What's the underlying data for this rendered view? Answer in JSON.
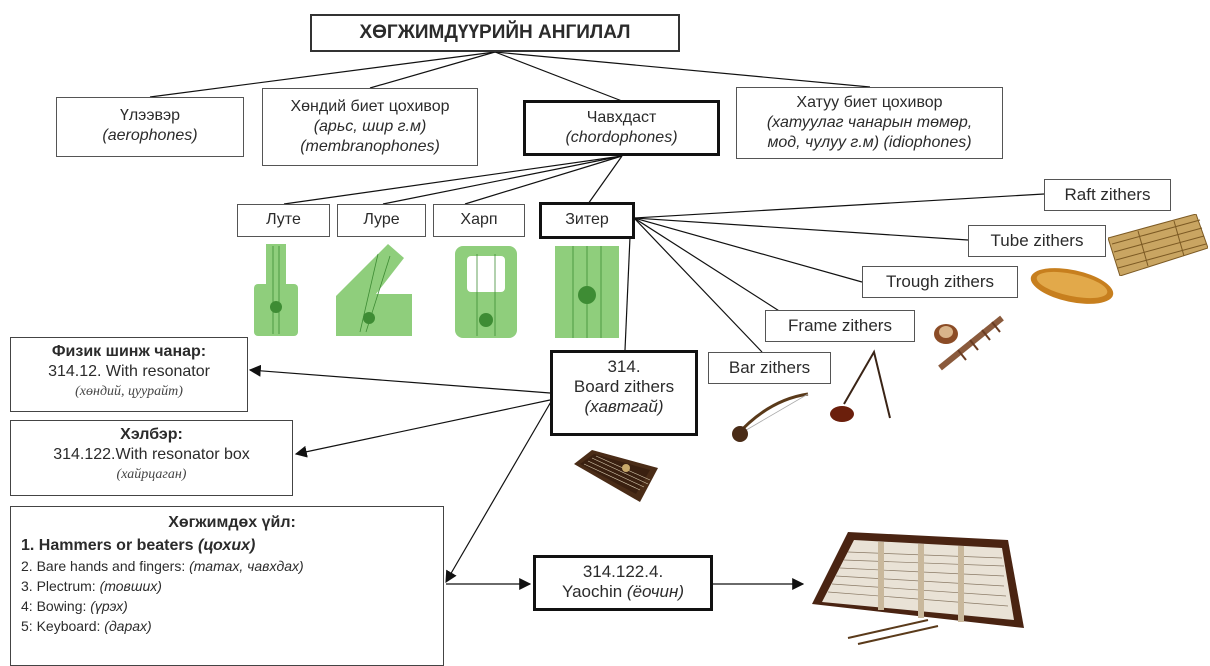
{
  "title": "ХӨГЖИМДҮҮРИЙН АНГИЛАЛ",
  "top_classes": [
    {
      "name": "Үлээвэр",
      "latin": "(aerophones)"
    },
    {
      "name": "Хөндий биет цохивор",
      "sub": "(арьс, шир г.м)",
      "latin": "(membranophones)"
    },
    {
      "name": "Чавхдаст",
      "latin": "(chordophones)"
    },
    {
      "name": "Хатуу биет цохивор",
      "sub1": "(хатуулаг чанарын төмөр,",
      "sub2": "мод, чулуу г.м) (idiophones)"
    }
  ],
  "chordophone_types": [
    "Луте",
    "Луре",
    "Харп",
    "Зитер"
  ],
  "zither_types": [
    "Raft zithers",
    "Tube zithers",
    "Trough zithers",
    "Frame zithers",
    "Bar zithers"
  ],
  "board": {
    "code": "314.",
    "name": "Board zithers",
    "local": "(хавтгай)"
  },
  "physical": {
    "heading": "Физик шинж чанар:",
    "value": "314.12. With resonator",
    "local": "(хөндий, цуурайт)"
  },
  "form": {
    "heading": "Хэлбэр:",
    "value": "314.122.With resonator box",
    "local": "(хайрцаган)"
  },
  "action": {
    "heading": "Хөгжимдөх үйл:",
    "items": [
      {
        "text": "1. Hammers or beaters ",
        "local": "(цохих)"
      },
      {
        "text": "2. Bare hands and fingers: ",
        "local": "(татах, чавхдах)"
      },
      {
        "text": "3. Plectrum: ",
        "local": "(товших)"
      },
      {
        "text": "4: Bowing: ",
        "local": "(үрэх)"
      },
      {
        "text": "5: Keyboard: ",
        "local": "(дарах)"
      }
    ]
  },
  "yaochin": {
    "code": "314.122.4.",
    "name": "Yaochin ",
    "local": "(ёочин)"
  },
  "colors": {
    "glyph_green": "#8fce7c",
    "glyph_dot": "#3e8c34",
    "wood": "#b5883a",
    "dark_wood": "#4a2c17"
  }
}
